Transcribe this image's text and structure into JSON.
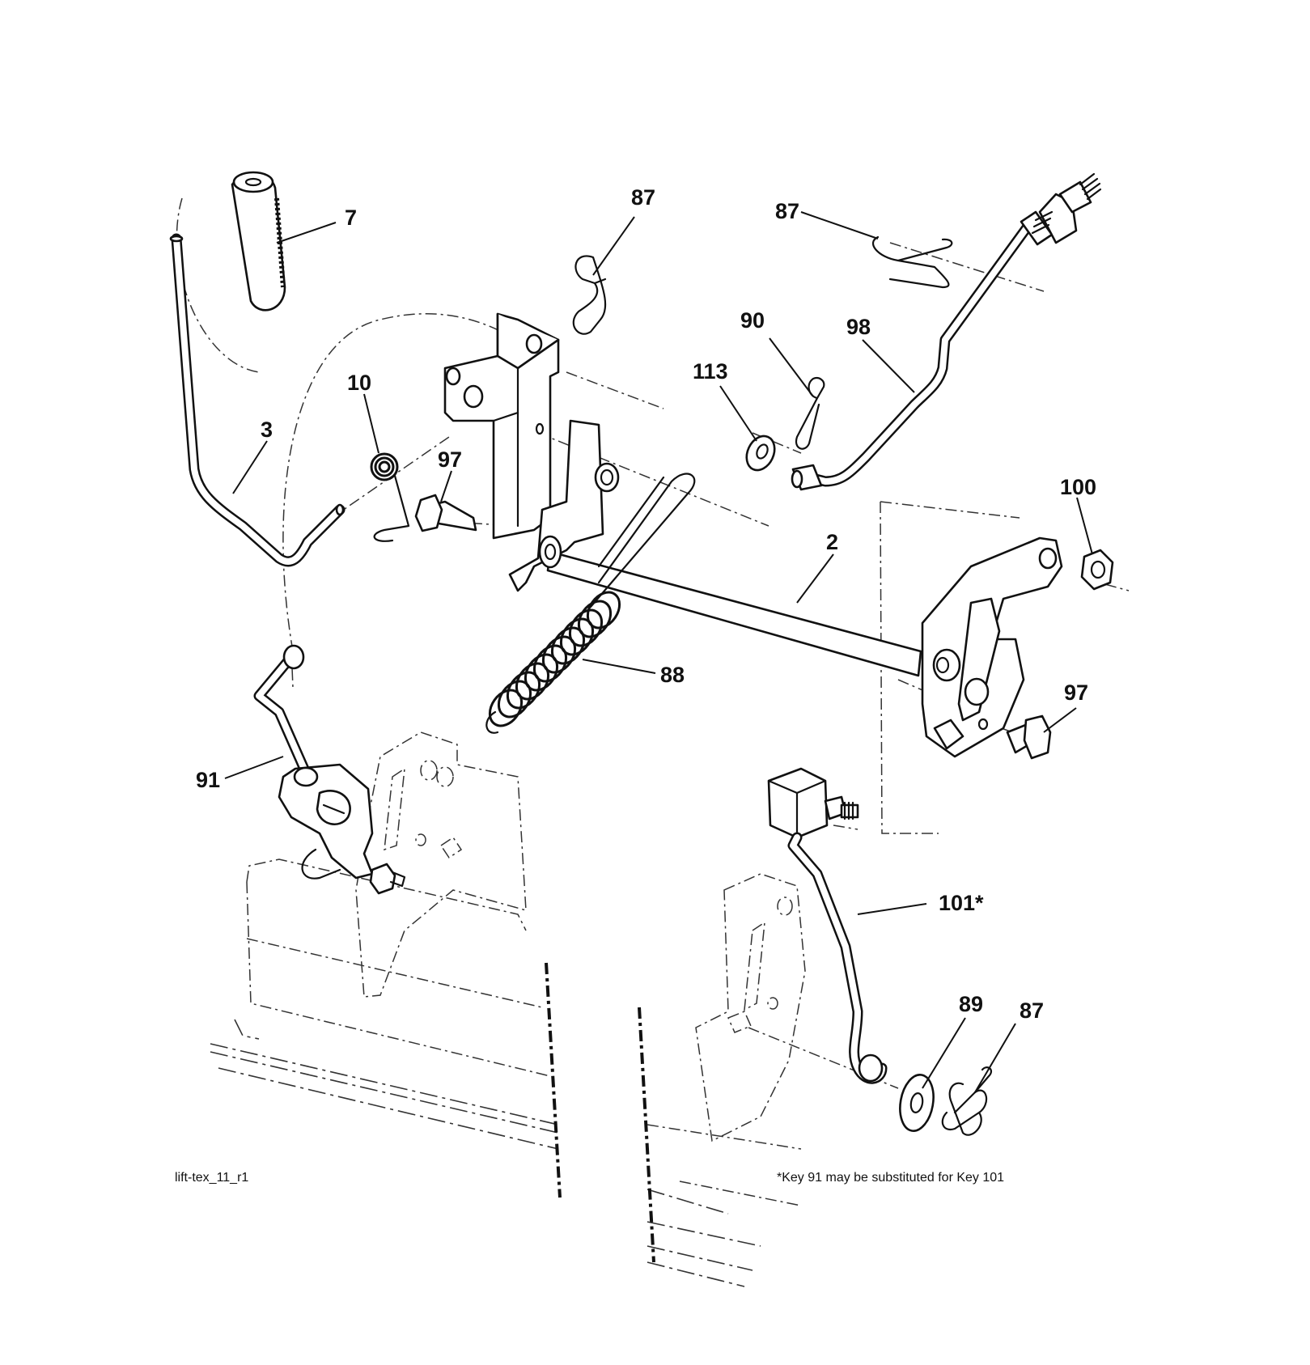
{
  "callouts": [
    {
      "id": "c7",
      "text": "7"
    },
    {
      "id": "c3",
      "text": "3"
    },
    {
      "id": "c10",
      "text": "10"
    },
    {
      "id": "c97a",
      "text": "97"
    },
    {
      "id": "c87a",
      "text": "87"
    },
    {
      "id": "c87b",
      "text": "87"
    },
    {
      "id": "c90",
      "text": "90"
    },
    {
      "id": "c98",
      "text": "98"
    },
    {
      "id": "c113",
      "text": "113"
    },
    {
      "id": "c100",
      "text": "100"
    },
    {
      "id": "c2",
      "text": "2"
    },
    {
      "id": "c88",
      "text": "88"
    },
    {
      "id": "c97b",
      "text": "97"
    },
    {
      "id": "c91",
      "text": "91"
    },
    {
      "id": "c101",
      "text": "101*"
    },
    {
      "id": "c89",
      "text": "89"
    },
    {
      "id": "c87c",
      "text": "87"
    }
  ],
  "figure_code": "lift-tex_11_r1",
  "footnote": "*Key 91 may be substituted for Key 101"
}
